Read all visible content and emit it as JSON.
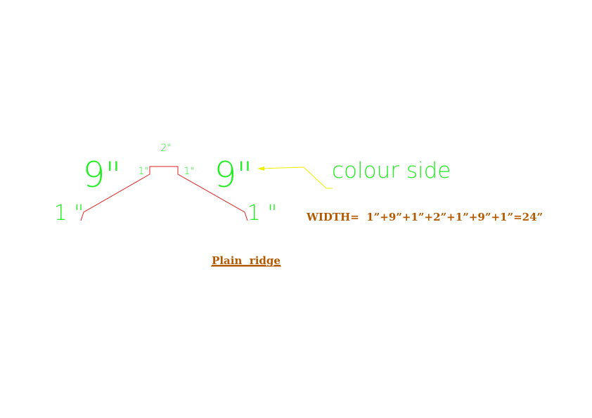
{
  "diagram": {
    "dimensions": {
      "top": "2\"",
      "inner_left": "1\"",
      "inner_right": "1\"",
      "slope_left": "9\"",
      "slope_right": "9\"",
      "edge_left": "1 \"",
      "edge_right": "1 \""
    },
    "annotation": "colour side",
    "width_formula": "WIDTH=  1”+9”+1”+2”+1”+9”+1”=24”",
    "title": "Plain  ridge"
  },
  "colors": {
    "profile_line": "#dd2222",
    "dimension_text": "#22ee22",
    "leader_line": "#eeee00",
    "label_text": "#b35a00"
  }
}
